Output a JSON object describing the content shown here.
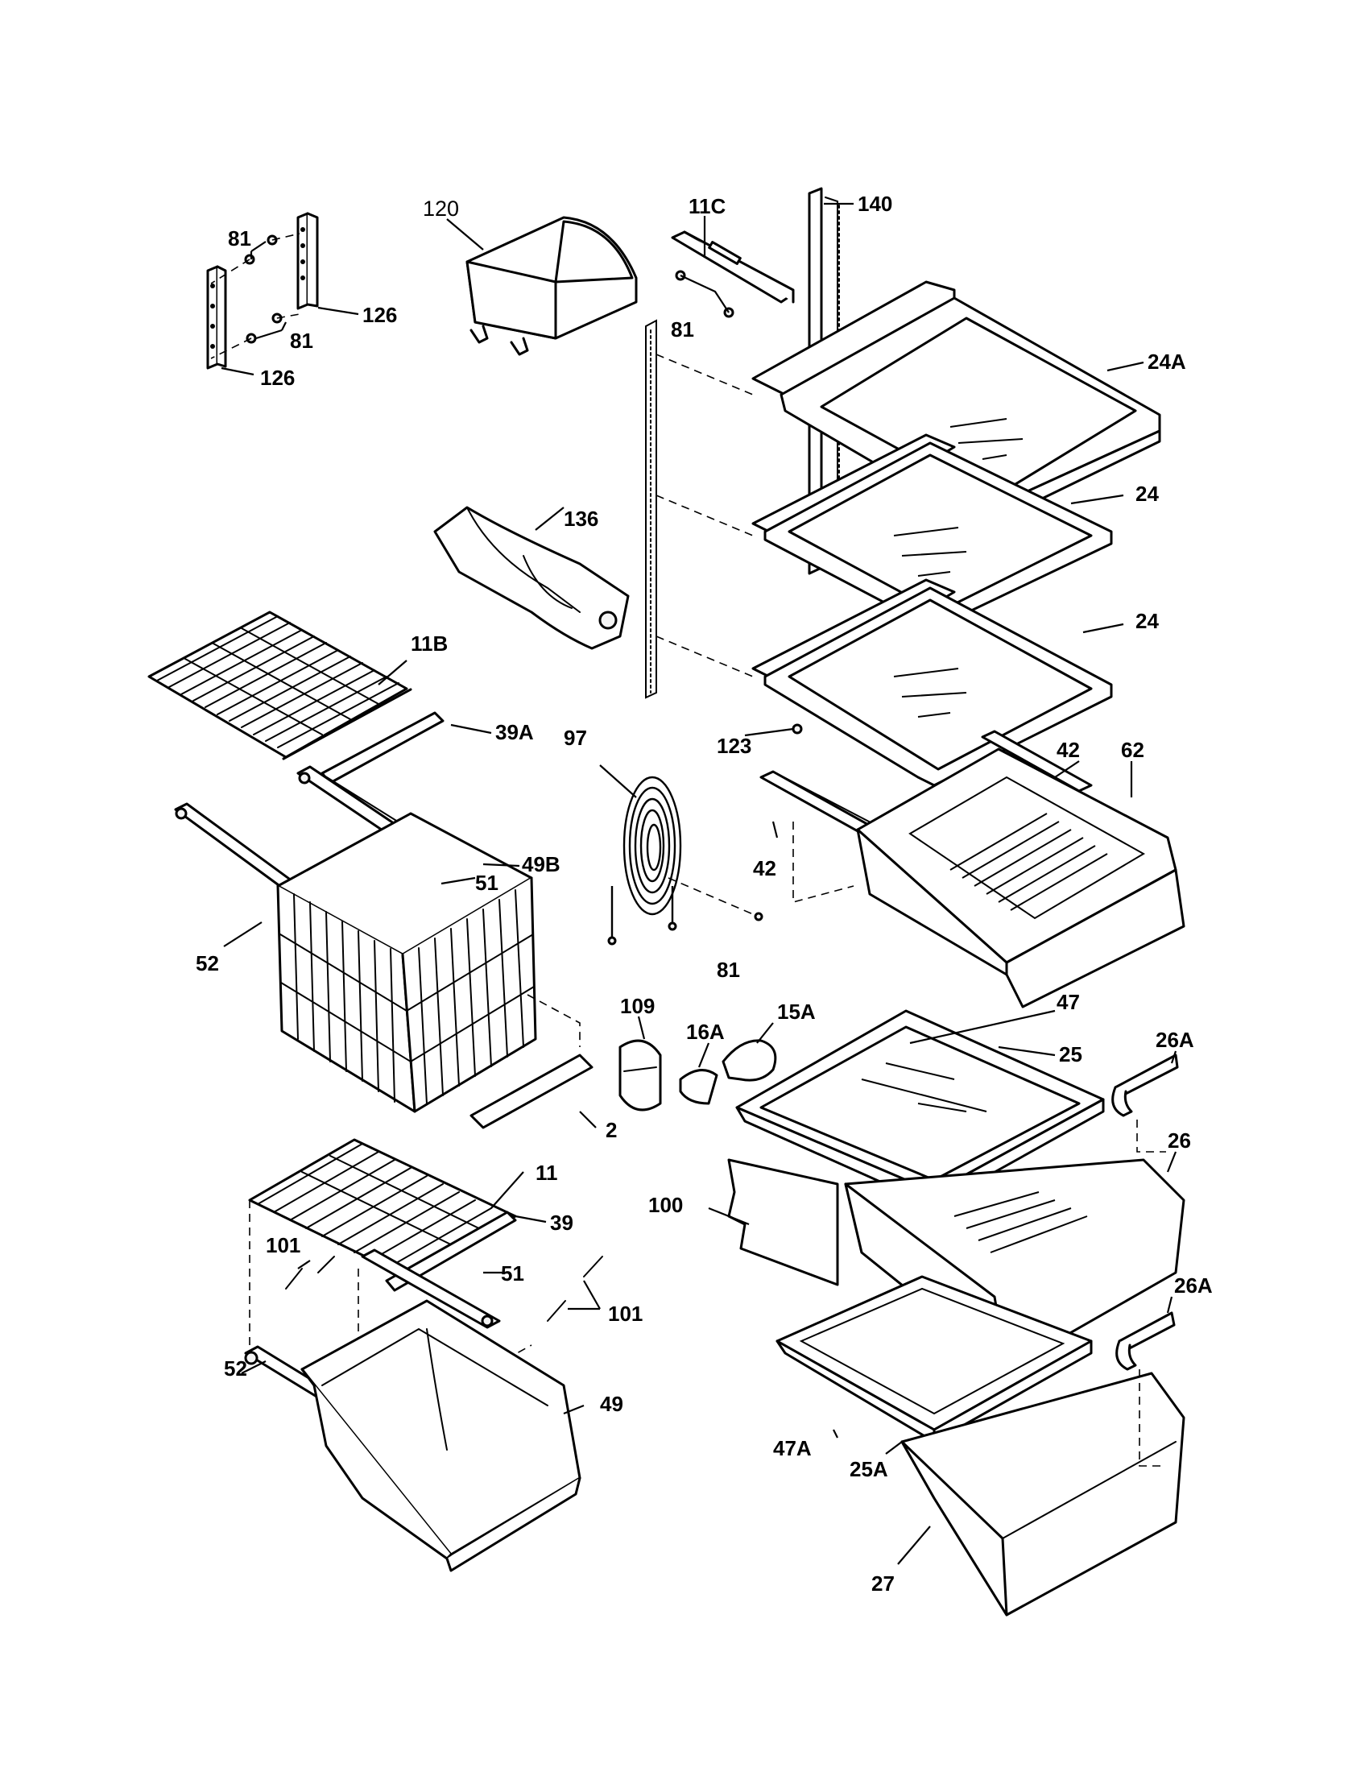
{
  "callouts": {
    "c140": "140",
    "c120": "120",
    "c11C": "11C",
    "c81_a": "81",
    "c81_b": "81",
    "c81_c": "81",
    "c81_d": "81",
    "c126_a": "126",
    "c126_b": "126",
    "c24A": "24A",
    "c24_a": "24",
    "c24_b": "24",
    "c136": "136",
    "c11B": "11B",
    "c39A": "39A",
    "c97": "97",
    "c123": "123",
    "c42_a": "42",
    "c42_b": "42",
    "c62": "62",
    "c51_a": "51",
    "c49B": "49B",
    "c52_a": "52",
    "c109": "109",
    "c16A": "16A",
    "c15A": "15A",
    "c47": "47",
    "c25": "25",
    "c26A_a": "26A",
    "c26": "26",
    "c2": "2",
    "c11": "11",
    "c100": "100",
    "c39": "39",
    "c101_a": "101",
    "c51_b": "51",
    "c101_b": "101",
    "c26A_b": "26A",
    "c52_b": "52",
    "c49": "49",
    "c47A": "47A",
    "c25A": "25A",
    "c27": "27"
  }
}
